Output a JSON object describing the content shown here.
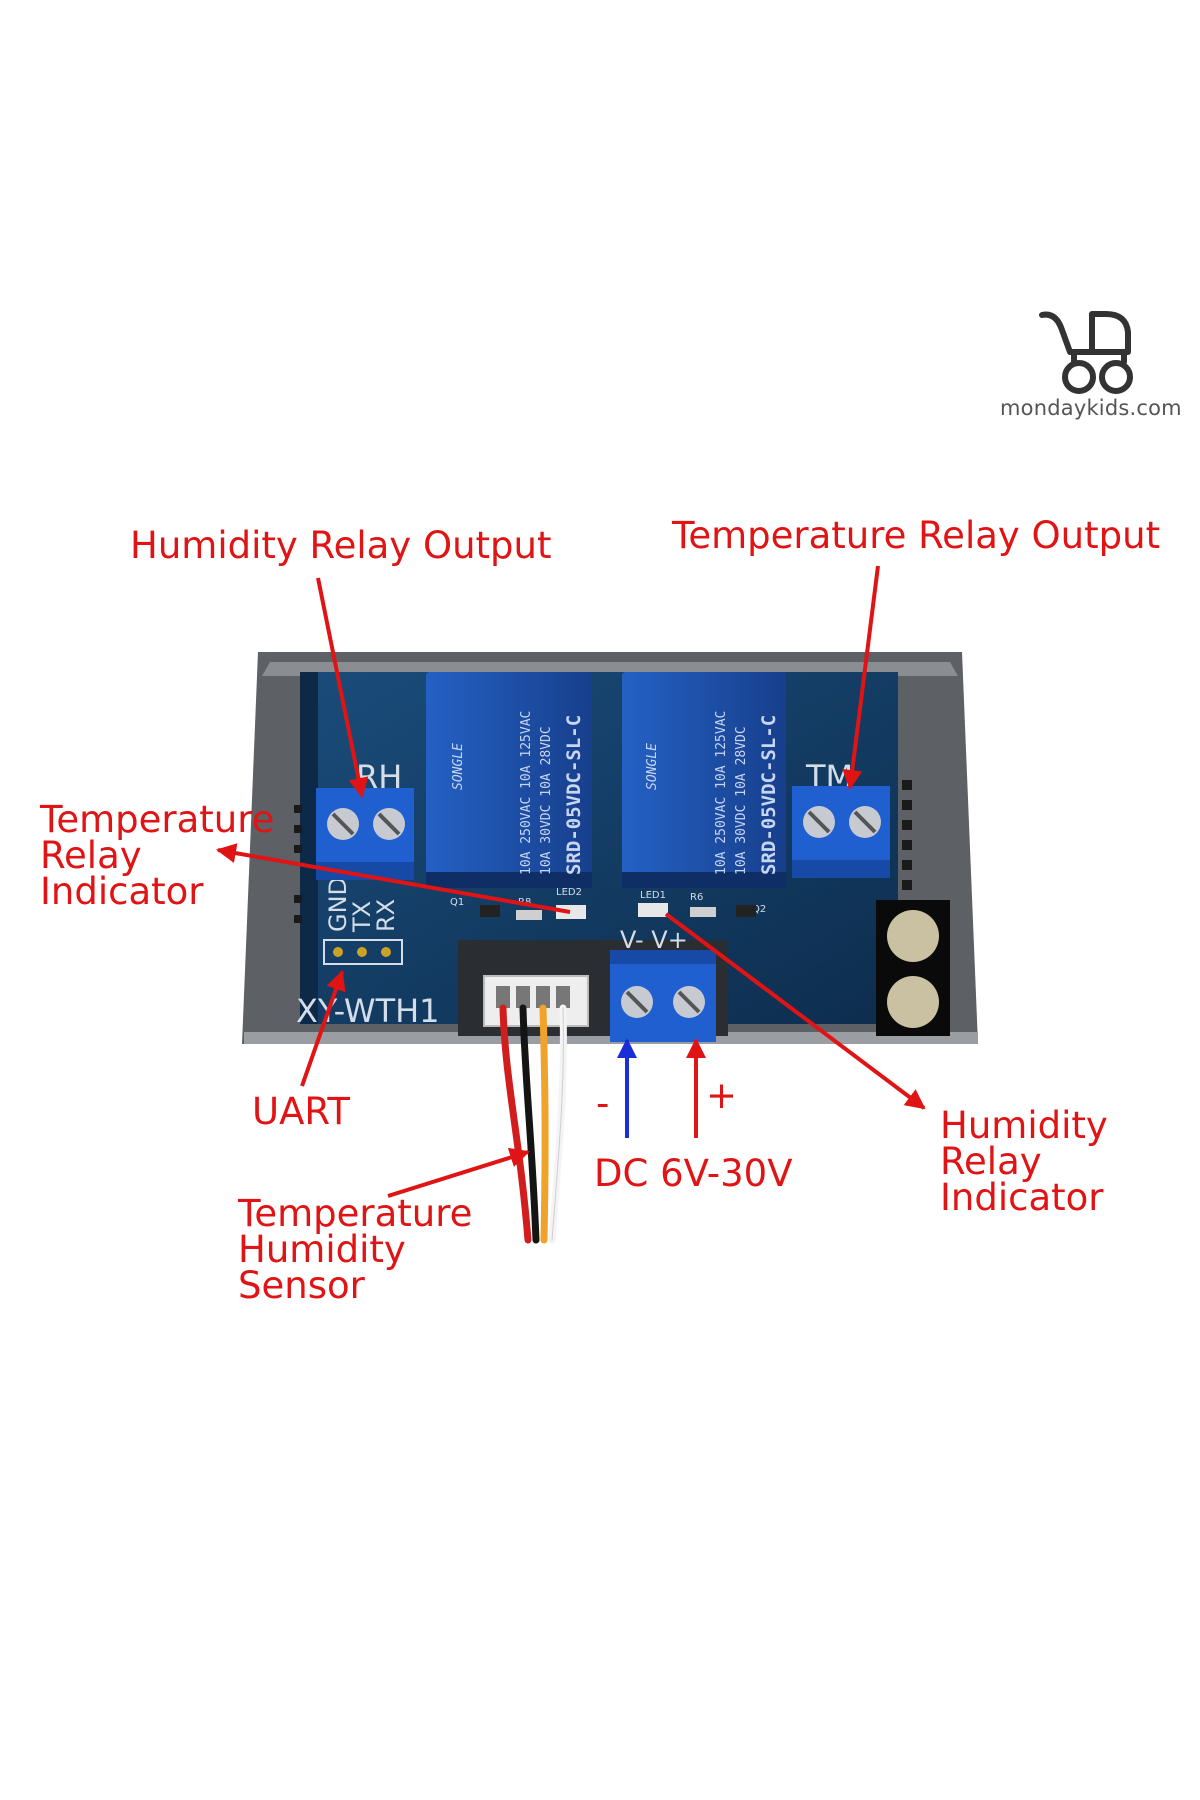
{
  "brand": {
    "name": "mondaykids.com",
    "logo_icon": "stroller-icon"
  },
  "labels": {
    "humidity_relay_output": "Humidity Relay Output",
    "temperature_relay_output": "Temperature Relay Output",
    "temperature_relay_indicator": [
      "Temperature",
      "Relay",
      "Indicator"
    ],
    "uart": "UART",
    "temperature_humidity_sensor": [
      "Temperature",
      "Humidity",
      "Sensor"
    ],
    "power_minus": "-",
    "power_plus": "+",
    "power_input": "DC 6V-30V",
    "humidity_relay_indicator": [
      "Humidity",
      "Relay",
      "Indicator"
    ]
  },
  "board": {
    "model": "XY-WTH1",
    "rh_terminal": "RH",
    "tm_terminal": "TM",
    "uart_pins": [
      "GND",
      "TX",
      "RX"
    ],
    "power_pins": "V- V+",
    "components": {
      "q1": "Q1",
      "q2": "Q2",
      "r8": "R8",
      "r6": "R6",
      "led2": "LED2",
      "led1": "LED1"
    },
    "relay": {
      "brand": "SONGLE",
      "model": "SRD-05VDC-SL-C",
      "rating_1": "10A 250VAC  10A 125VAC",
      "rating_2": "10A 30VDC  10A 28VDC"
    }
  },
  "colors": {
    "label": "#e01414",
    "arrow_red": "#e01414",
    "arrow_blue": "#1a2ed8",
    "board": "#123d66",
    "case": "#6b6e72",
    "relay": "#1e56b4",
    "terminal": "#1f5fd0"
  }
}
